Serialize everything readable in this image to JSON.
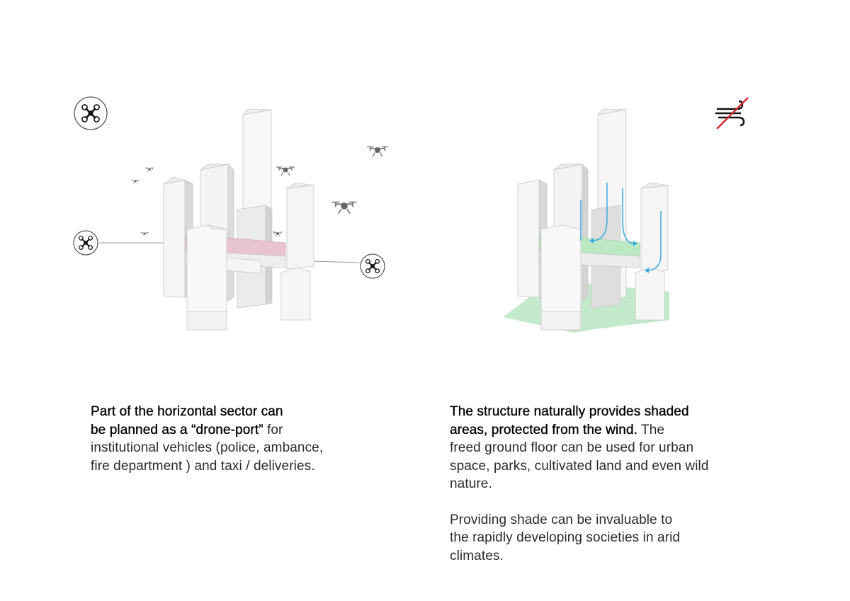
{
  "left": {
    "caption_lines": [
      {
        "bold": "Part of the horizontal sector can",
        "normal": ""
      },
      {
        "bold": "be planned as a “drone-port”",
        "normal": " for"
      },
      {
        "bold": "",
        "normal": "institutional vehicles (police, ambance,"
      },
      {
        "bold": "",
        "normal": "fire department ) and taxi / deliveries."
      }
    ],
    "icons": [
      "drone-icon",
      "drone-icon",
      "drone-icon"
    ],
    "highlight_color": "#e8c4cf"
  },
  "right": {
    "caption_lines": [
      {
        "bold": "The structure naturally provides shaded",
        "normal": ""
      },
      {
        "bold": "areas, protected from the wind.",
        "normal": " The"
      },
      {
        "bold": "",
        "normal": "freed ground floor can be used for urban"
      },
      {
        "bold": "",
        "normal": "space, parks, cultivated land and even wild"
      },
      {
        "bold": "",
        "normal": "nature."
      }
    ],
    "caption_lines_2": [
      "Providing shade can be invaluable to",
      "the rapidly developing societies in arid",
      "climates."
    ],
    "icons": [
      "no-wind-icon"
    ],
    "green_color": "#bde8c4",
    "arrow_color": "#3aa9e0",
    "strike_color": "#d6252b"
  }
}
